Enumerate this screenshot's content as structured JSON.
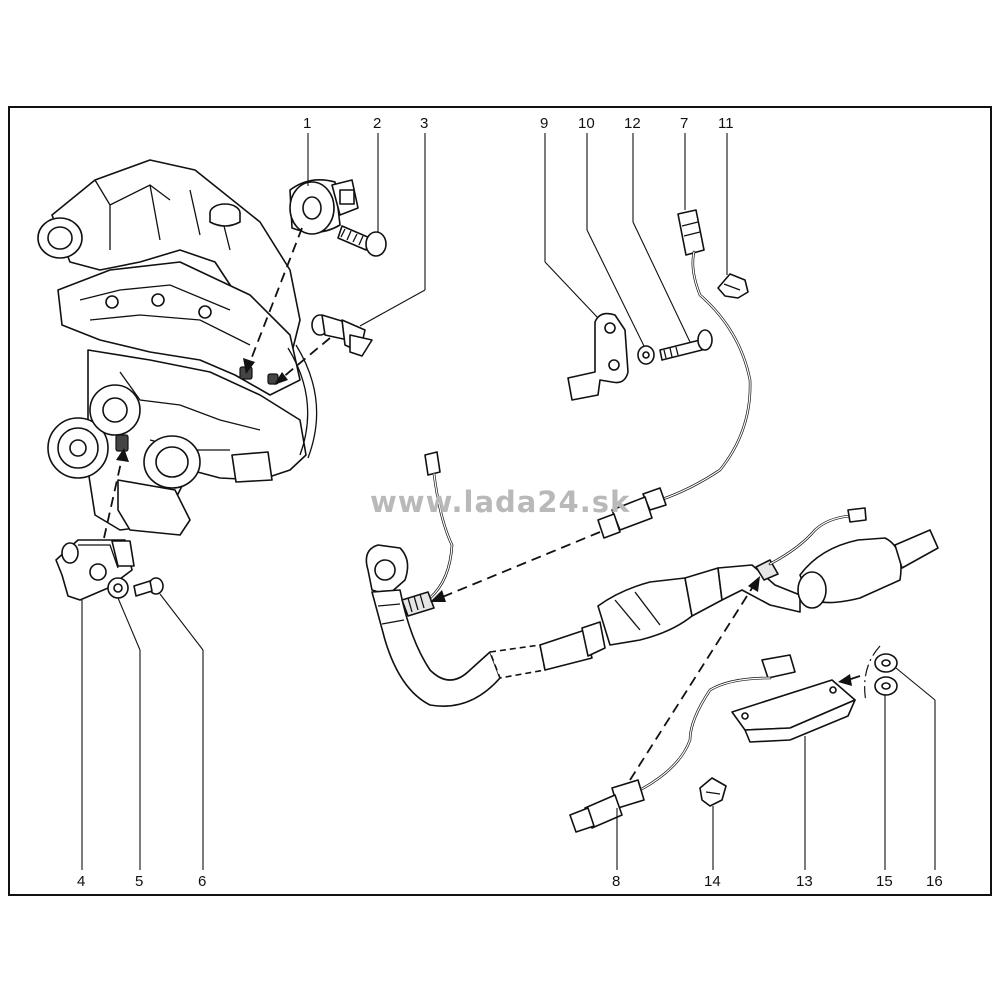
{
  "watermark": "www.lada24.sk",
  "callouts": [
    {
      "id": "1",
      "label": "1"
    },
    {
      "id": "2",
      "label": "2"
    },
    {
      "id": "3",
      "label": "3"
    },
    {
      "id": "9",
      "label": "9"
    },
    {
      "id": "10",
      "label": "10"
    },
    {
      "id": "12",
      "label": "12"
    },
    {
      "id": "7",
      "label": "7"
    },
    {
      "id": "11",
      "label": "11"
    },
    {
      "id": "4",
      "label": "4"
    },
    {
      "id": "5",
      "label": "5"
    },
    {
      "id": "6",
      "label": "6"
    },
    {
      "id": "8",
      "label": "8"
    },
    {
      "id": "14",
      "label": "14"
    },
    {
      "id": "13",
      "label": "13"
    },
    {
      "id": "15",
      "label": "15"
    },
    {
      "id": "16",
      "label": "16"
    }
  ]
}
